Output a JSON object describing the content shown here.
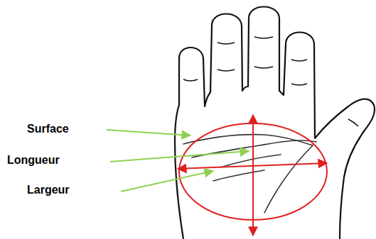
{
  "diagram": {
    "labels": [
      "Surface",
      "Longueur",
      "Largeur"
    ]
  }
}
